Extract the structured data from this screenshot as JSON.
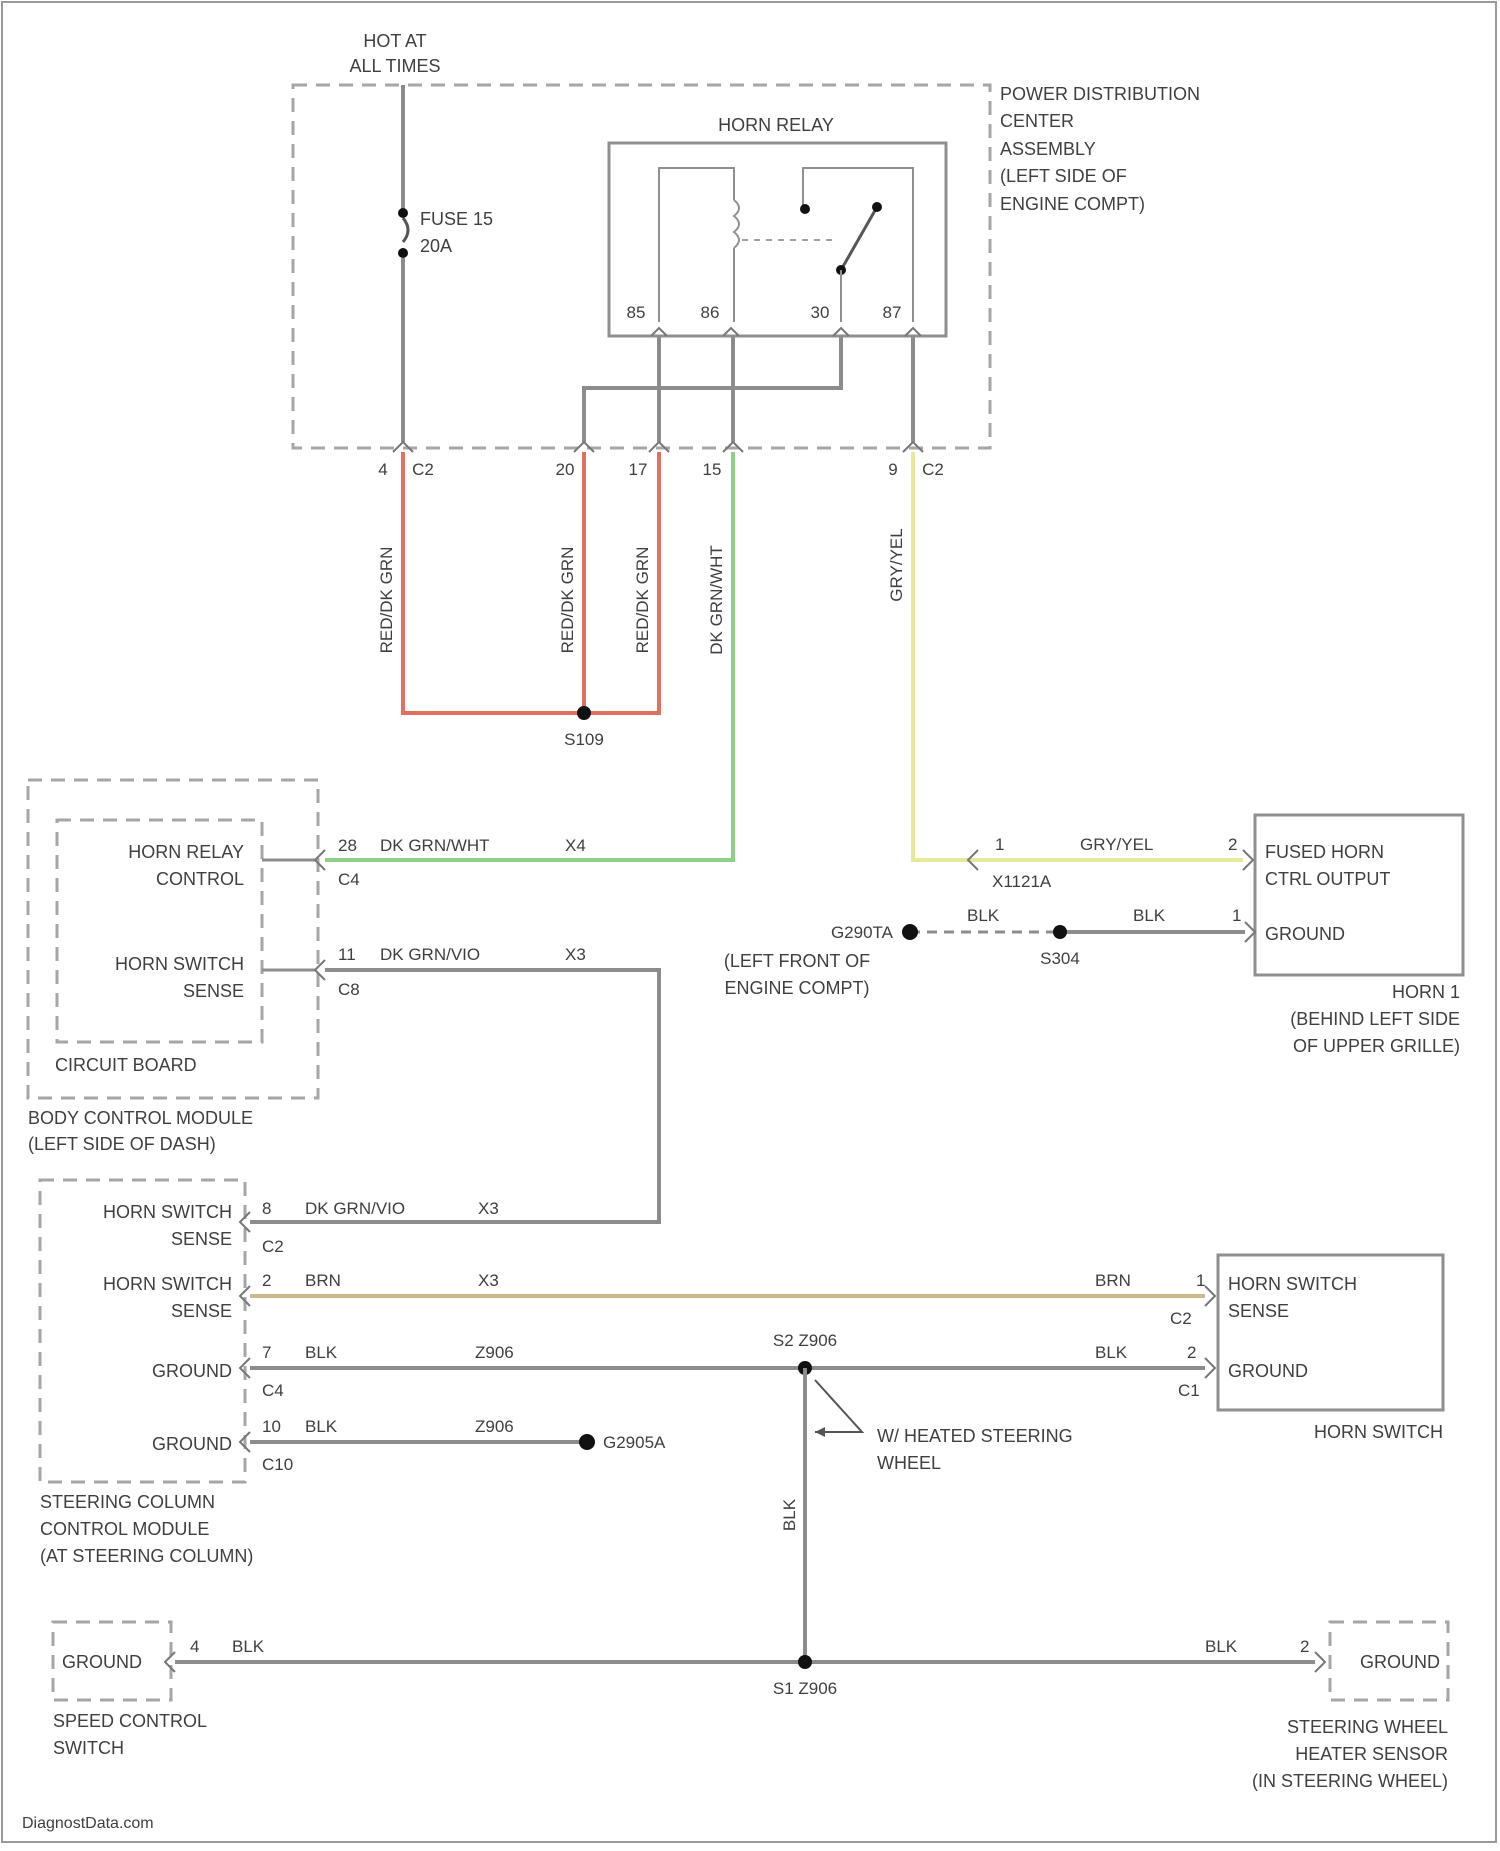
{
  "colors": {
    "red_wire": "#e2705f",
    "green_wire": "#8fcf8a",
    "yellow_wire": "#e7e89a",
    "brown_wire": "#cbb88c",
    "gray_wire": "#8c8c8c",
    "outline": "#8f8f8f"
  },
  "supply": {
    "line1": "HOT AT",
    "line2": "ALL TIMES"
  },
  "fuse": {
    "name": "FUSE 15",
    "rating": "20A"
  },
  "pdc": {
    "title1": "POWER DISTRIBUTION",
    "title2": "CENTER",
    "title3": "ASSEMBLY",
    "title4": "(LEFT SIDE OF",
    "title5": "ENGINE COMPT)",
    "relay_name": "HORN RELAY",
    "relay_pins": [
      "85",
      "86",
      "30",
      "87"
    ],
    "bottom_pins": [
      {
        "pin": "4",
        "conn": "C2"
      },
      {
        "pin": "20",
        "conn": ""
      },
      {
        "pin": "17",
        "conn": ""
      },
      {
        "pin": "15",
        "conn": ""
      },
      {
        "pin": "9",
        "conn": "C2"
      }
    ]
  },
  "wires": {
    "w1": "RED/DK GRN",
    "w2": "RED/DK GRN",
    "w3": "RED/DK GRN",
    "w4": "DK GRN/WHT",
    "w5": "GRY/YEL",
    "splice_top": "S109",
    "bcm_c4_pin": "28",
    "bcm_c4_color": "DK GRN/WHT",
    "bcm_c4_circuit": "X4",
    "bcm_c4_conn": "C4",
    "bcm_c8_pin": "11",
    "bcm_c8_color": "DK GRN/VIO",
    "bcm_c8_circuit": "X3",
    "bcm_c8_conn": "C8",
    "horn_pin1": "1",
    "horn_pin2": "2",
    "horn_c_color": "GRY/YEL",
    "horn_c_conn": "X1121A",
    "ground_id": "G290TA",
    "ground_loc1": "(LEFT FRONT OF",
    "ground_loc2": "ENGINE COMPT)",
    "ground_color1": "BLK",
    "ground_color2": "BLK",
    "ground_splice": "S304",
    "ground_pin": "1"
  },
  "bcm": {
    "item1a": "HORN RELAY",
    "item1b": "CONTROL",
    "item2a": "HORN SWITCH",
    "item2b": "SENSE",
    "board": "CIRCUIT BOARD",
    "name1": "BODY CONTROL MODULE",
    "name2": "(LEFT SIDE OF DASH)"
  },
  "horn": {
    "item1a": "FUSED HORN",
    "item1b": "CTRL OUTPUT",
    "item2": "GROUND",
    "name1": "HORN 1",
    "name2": "(BEHIND LEFT SIDE",
    "name3": "OF UPPER GRILLE)"
  },
  "sccm": {
    "r1a": "HORN SWITCH",
    "r1b": "SENSE",
    "r1pin": "8",
    "r1color": "DK GRN/VIO",
    "r1circuit": "X3",
    "r1conn": "C2",
    "r2a": "HORN SWITCH",
    "r2b": "SENSE",
    "r2pin": "2",
    "r2color": "BRN",
    "r2circuit": "X3",
    "r2color_right": "BRN",
    "r3": "GROUND",
    "r3pin": "7",
    "r3color": "BLK",
    "r3circuit": "Z906",
    "r3conn": "C4",
    "r4": "GROUND",
    "r4pin": "10",
    "r4color": "BLK",
    "r4circuit": "Z906",
    "r4conn": "C10",
    "r4ground": "G2905A",
    "name1": "STEERING COLUMN",
    "name2": "CONTROL MODULE",
    "name3": "(AT STEERING COLUMN)"
  },
  "horn_switch": {
    "item1a": "HORN SWITCH",
    "item1b": "SENSE",
    "pin1": "1",
    "conn1": "C2",
    "item2": "GROUND",
    "pin2": "2",
    "color2": "BLK",
    "conn2": "C1",
    "name": "HORN SWITCH"
  },
  "splices": {
    "s2": "S2 Z906",
    "heated_note1": "W/ HEATED STEERING",
    "heated_note2": "WHEEL",
    "vertical_color": "BLK",
    "s1": "S1 Z906"
  },
  "speed_control": {
    "item": "GROUND",
    "pin": "4",
    "color": "BLK",
    "name1": "SPEED CONTROL",
    "name2": "SWITCH"
  },
  "heater_sensor": {
    "item": "GROUND",
    "pin": "2",
    "color": "BLK",
    "name1": "STEERING WHEEL",
    "name2": "HEATER SENSOR",
    "name3": "(IN STEERING WHEEL)"
  },
  "watermark": "DiagnostData.com"
}
